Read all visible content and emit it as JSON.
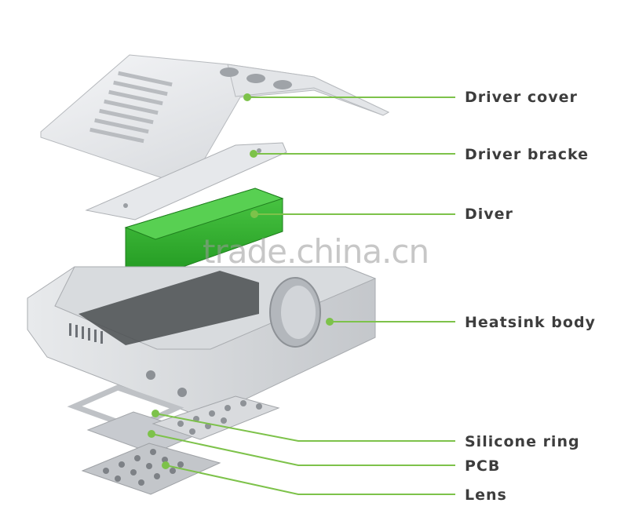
{
  "labels": [
    {
      "key": "driver_cover",
      "text": "Driver cover"
    },
    {
      "key": "driver_bracket",
      "text": "Driver bracke"
    },
    {
      "key": "driver",
      "text": "Diver"
    },
    {
      "key": "heatsink_body",
      "text": "Heatsink body"
    },
    {
      "key": "silicone_ring",
      "text": "Silicone ring"
    },
    {
      "key": "pcb",
      "text": "PCB"
    },
    {
      "key": "lens",
      "text": "Lens"
    }
  ],
  "watermark": "trade.china.cn",
  "colors": {
    "leader_line": "#7dc24a",
    "label_text": "#3d3d3d",
    "driver_green": "#36b233",
    "metal_light": "#eceef0",
    "metal_mid": "#c9ccd0"
  }
}
